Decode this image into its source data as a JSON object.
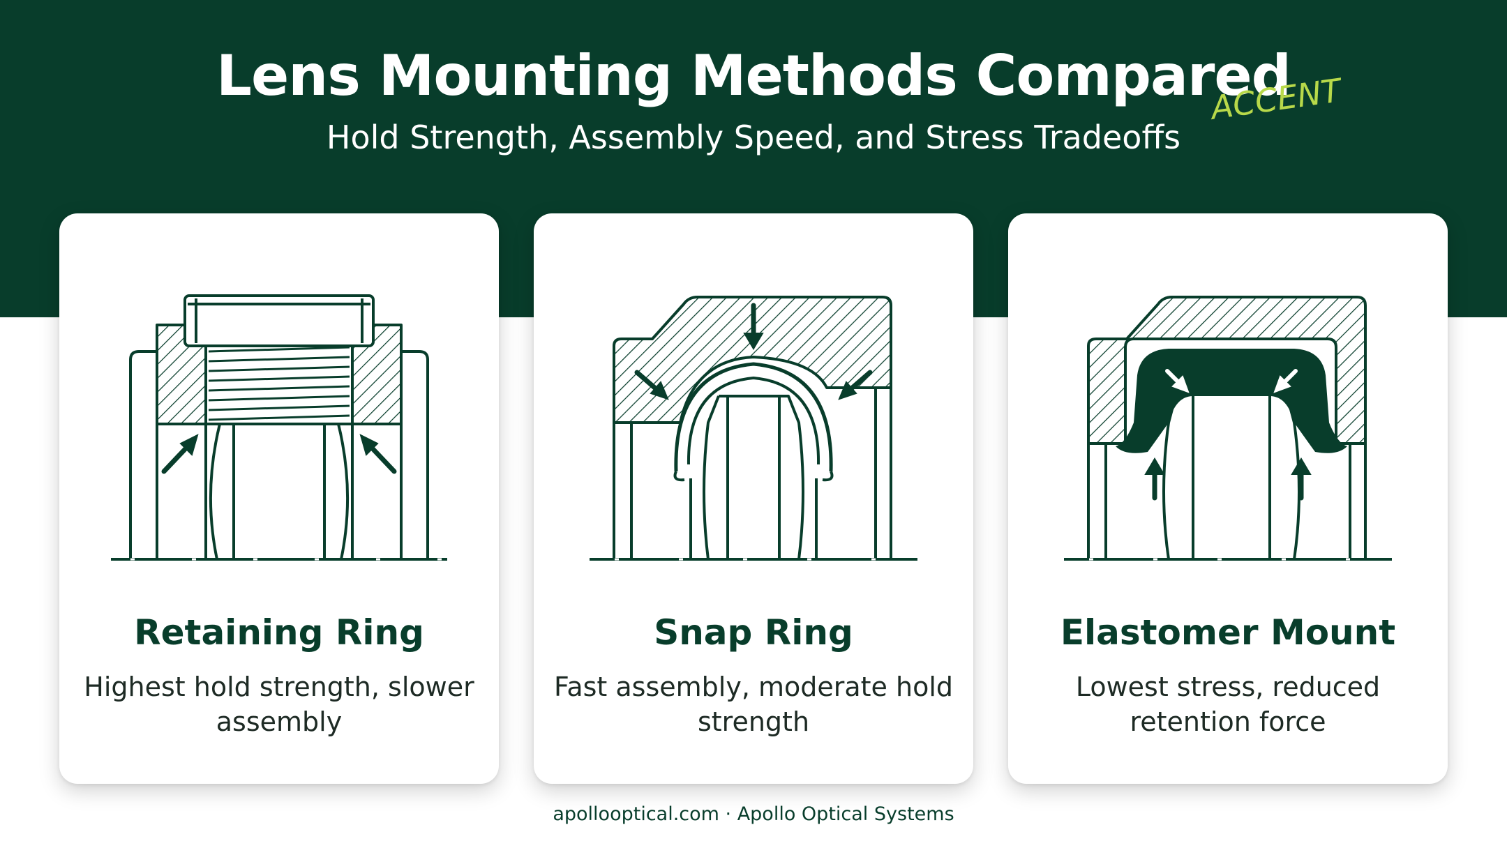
{
  "header": {
    "title": "Lens Mounting Methods Compared",
    "subtitle": "Hold Strength, Assembly Speed, and Stress Tradeoffs",
    "accent_tag": "ACCENT"
  },
  "cards": [
    {
      "title": "Retaining Ring",
      "description": "Highest hold strength, slower assembly",
      "illustration_icon": "retaining-ring-cross-section-icon"
    },
    {
      "title": "Snap Ring",
      "description": "Fast assembly, moderate hold strength",
      "illustration_icon": "snap-ring-cross-section-icon"
    },
    {
      "title": "Elastomer Mount",
      "description": "Lowest stress, reduced retention force",
      "illustration_icon": "elastomer-mount-cross-section-icon"
    }
  ],
  "footer": {
    "text": "apollooptical.com · Apollo Optical Systems"
  },
  "colors": {
    "brand_dark_green": "#083d2b",
    "accent_lime": "#b8d94a",
    "card_background": "#ffffff"
  }
}
